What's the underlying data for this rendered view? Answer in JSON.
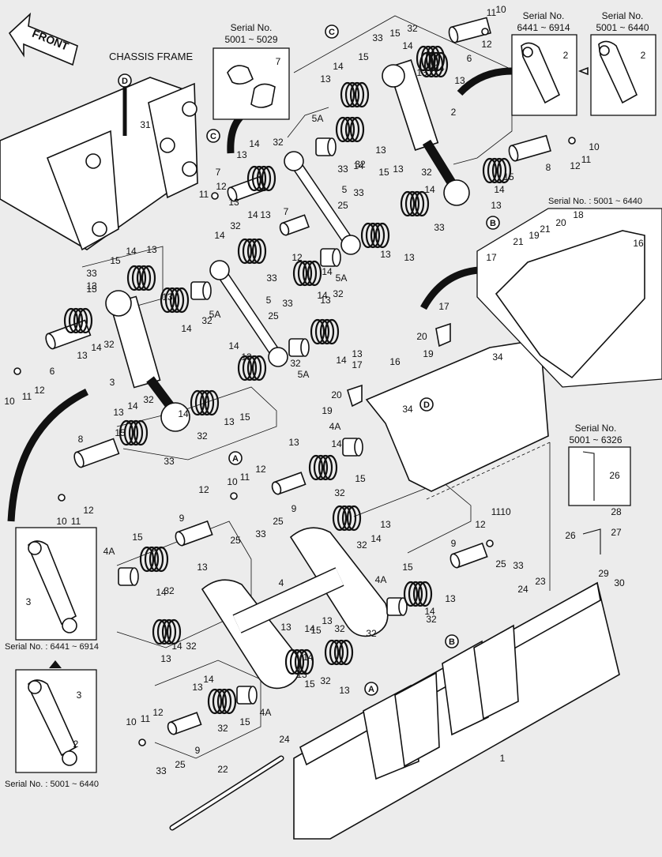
{
  "front_label": "FRONT",
  "chassis_label": "CHASSIS FRAME",
  "serial_insets": {
    "s5001_5029": [
      "Serial No.",
      "5001 ~ 5029"
    ],
    "s6441_6914_top": [
      "Serial No.",
      "6441 ~ 6914"
    ],
    "s5001_6440_top": [
      "Serial No.",
      "5001 ~ 6440"
    ],
    "s5001_6440_right": "Serial No. : 5001 ~ 6440",
    "s5001_6326": [
      "Serial No.",
      "5001 ~ 6326"
    ],
    "s6441_6914_left": "Serial No. : 6441 ~ 6914",
    "s5001_6440_bottom": "Serial No. : 5001 ~ 6440"
  },
  "reference_markers": [
    "A",
    "B",
    "C",
    "D"
  ],
  "part_labels": [
    "1",
    "2",
    "3",
    "4",
    "4A",
    "5",
    "5A",
    "6",
    "7",
    "8",
    "9",
    "10",
    "11",
    "12",
    "13",
    "14",
    "15",
    "16",
    "17",
    "18",
    "19",
    "20",
    "21",
    "22",
    "23",
    "24",
    "25",
    "26",
    "27",
    "28",
    "29",
    "30",
    "31",
    "32",
    "33",
    "34"
  ],
  "colors": {
    "background": "#ececec",
    "line": "#111111",
    "fill": "#ffffff"
  }
}
